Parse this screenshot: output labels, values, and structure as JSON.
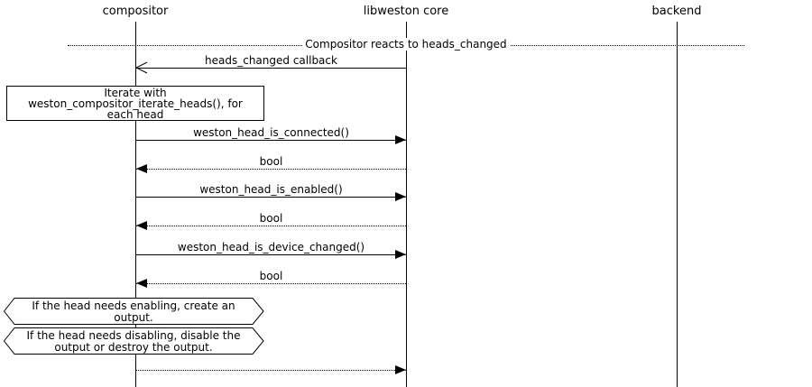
{
  "diagram": {
    "participants": [
      {
        "label": "compositor"
      },
      {
        "label": "libweston core"
      },
      {
        "label": "backend"
      }
    ],
    "divider": {
      "label": "Compositor reacts to heads_changed"
    },
    "messages": [
      {
        "label": "heads_changed callback",
        "from": "libweston core",
        "to": "compositor",
        "line": "solid",
        "head": "open"
      },
      {
        "label": "weston_head_is_connected()",
        "from": "compositor",
        "to": "libweston core",
        "line": "solid",
        "head": "filled"
      },
      {
        "label": "bool",
        "from": "libweston core",
        "to": "compositor",
        "line": "dotted",
        "head": "filled"
      },
      {
        "label": "weston_head_is_enabled()",
        "from": "compositor",
        "to": "libweston core",
        "line": "solid",
        "head": "filled"
      },
      {
        "label": "bool",
        "from": "libweston core",
        "to": "compositor",
        "line": "dotted",
        "head": "filled"
      },
      {
        "label": "weston_head_is_device_changed()",
        "from": "compositor",
        "to": "libweston core",
        "line": "solid",
        "head": "filled"
      },
      {
        "label": "bool",
        "from": "libweston core",
        "to": "compositor",
        "line": "dotted",
        "head": "filled"
      },
      {
        "label": "",
        "from": "compositor",
        "to": "libweston core",
        "line": "dotted",
        "head": "filled"
      }
    ],
    "note": {
      "text": "Iterate with\nweston_compositor_iterate_heads(), for\neach head"
    },
    "hnotes": [
      {
        "text": "If the head needs enabling, create an\noutput."
      },
      {
        "text": "If the head needs disabling, disable the\noutput or destroy the output."
      }
    ]
  }
}
